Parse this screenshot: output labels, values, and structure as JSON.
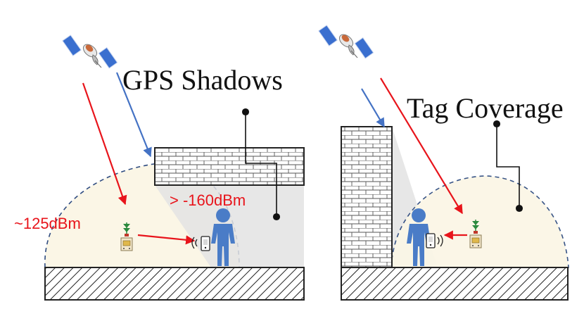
{
  "labels": {
    "gps_shadows": "GPS Shadows",
    "tag_coverage": "Tag Coverage",
    "signal_strong": "~125dBm",
    "signal_weak": "> -160dBm"
  },
  "colors": {
    "satellite_signal": "#e8141b",
    "satellite_signal_blocked": "#4472c4",
    "person": "#4a7cc7",
    "coverage_fill": "#fbf6e6",
    "coverage_outline": "#2e4b80",
    "shadow": "#e3e3e3",
    "callout": "#111111",
    "signal_label": "#e8141b"
  },
  "icons": [
    "satellite-icon",
    "person-icon",
    "phone-icon",
    "gps-tag-icon",
    "brick-wall-icon",
    "ground-hatch-icon"
  ]
}
